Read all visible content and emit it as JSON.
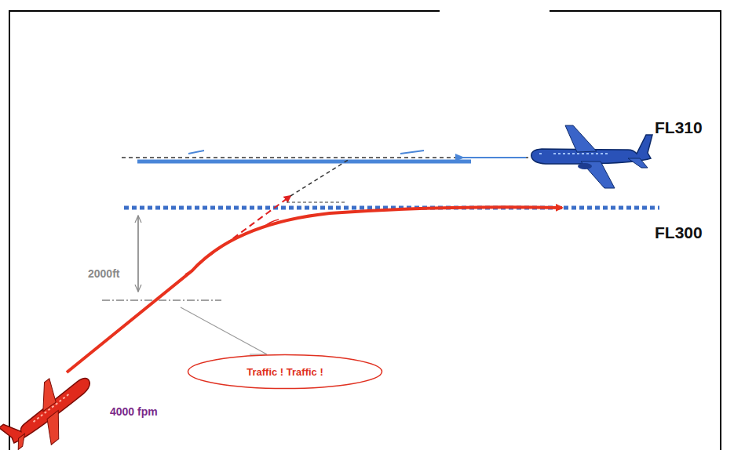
{
  "diagram": {
    "nodes": [
      {
        "text": [
          "Traffic ! Traffic !"
        ]
      }
    ],
    "labels": [
      "FL310",
      "FL300",
      "2000ft",
      "4000 fpm"
    ]
  }
}
